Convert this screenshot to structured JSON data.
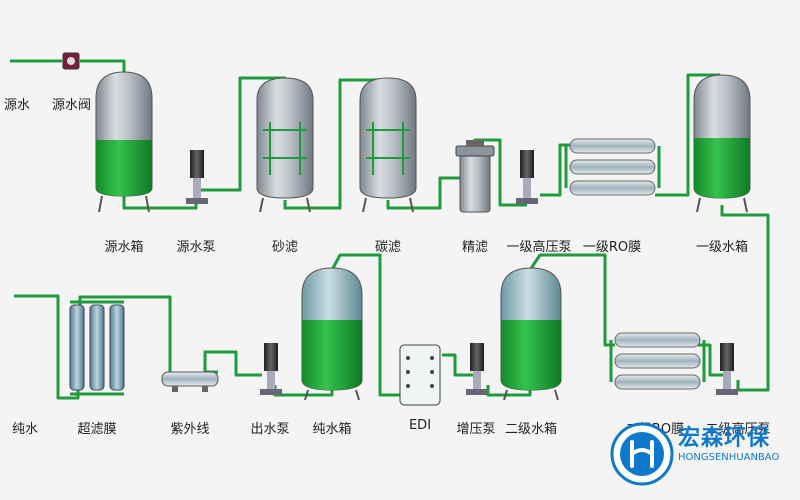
{
  "labels": {
    "source_water": "源水",
    "source_valve": "源水阀",
    "source_tank": "源水箱",
    "source_pump": "源水泵",
    "sand_filter": "砂滤",
    "carbon_filter": "碳滤",
    "fine_filter": "精滤",
    "hp_pump_1": "一级高压泵",
    "ro_membrane_1": "一级RO膜",
    "tank_1": "一级水箱",
    "pure_water": "纯水",
    "uf_membrane": "超滤膜",
    "uv": "紫外线",
    "outlet_pump": "出水泵",
    "pure_tank": "纯水箱",
    "edi": "EDI",
    "booster_pump": "增压泵",
    "tank_2": "二级水箱",
    "ro_membrane_2": "二级RO膜",
    "hp_pump_2": "二级高压泵"
  },
  "logo": {
    "name_cn": "宏森环保",
    "name_en": "HONGSENHUANBAO"
  },
  "colors": {
    "pipe": "#1f9a3c",
    "water": "#22b03c",
    "tank_gray": "#a9b2b9",
    "logo_blue": "#0e79c8"
  }
}
